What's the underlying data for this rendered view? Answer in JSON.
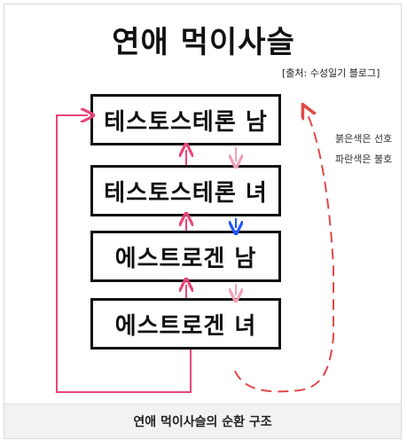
{
  "diagram": {
    "title": "연애 먹이사슬",
    "source": "[출처: 수성일기 블로그]",
    "boxes": [
      {
        "label": "테스토스테론 남"
      },
      {
        "label": "테스토스테론 녀"
      },
      {
        "label": "에스트로겐 남"
      },
      {
        "label": "에스트로겐 녀"
      }
    ],
    "legend": {
      "red": "붉은색은 선호",
      "blue": "파란색은 불호"
    },
    "colors": {
      "preference": "#e8457a",
      "dislike": "#2255ff",
      "loop_dashed": "#e04848"
    }
  },
  "caption": "연애 먹이사슬의 순환 구조"
}
